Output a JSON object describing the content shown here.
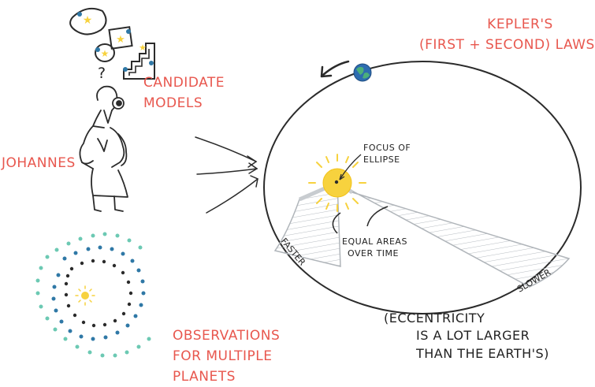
{
  "title": {
    "line1": "KEPLER'S",
    "line2": "(FIRST + SECOND) LAWS"
  },
  "labels": {
    "candidate_models_line1": "CANDIDATE",
    "candidate_models_line2": "MODELS",
    "johannes": "JOHANNES",
    "observations_line1": "OBSERVATIONS",
    "observations_line2": "FOR MULTIPLE",
    "observations_line3": "PLANETS",
    "question_mark": "?",
    "focus_line1": "FOCUS OF",
    "focus_line2": "ELLIPSE",
    "equal_areas_line1": "EQUAL AREAS",
    "equal_areas_line2": "OVER TIME",
    "faster": "FASTER",
    "slower": "SLOWER"
  },
  "note": {
    "line1": "(ECCENTRICITY",
    "line2": "IS A LOT LARGER",
    "line3": "THAN THE EARTH'S)"
  },
  "colors": {
    "accent_red": "#e8574e",
    "ink": "#2b2b2b",
    "sun": "#f7d23e",
    "earth_blue": "#2d6cb0",
    "earth_green": "#4caf7a",
    "teal_dots": "#6cc9b3",
    "blue_dots": "#2f78a6",
    "wedge_gray": "#c8ccd0"
  }
}
